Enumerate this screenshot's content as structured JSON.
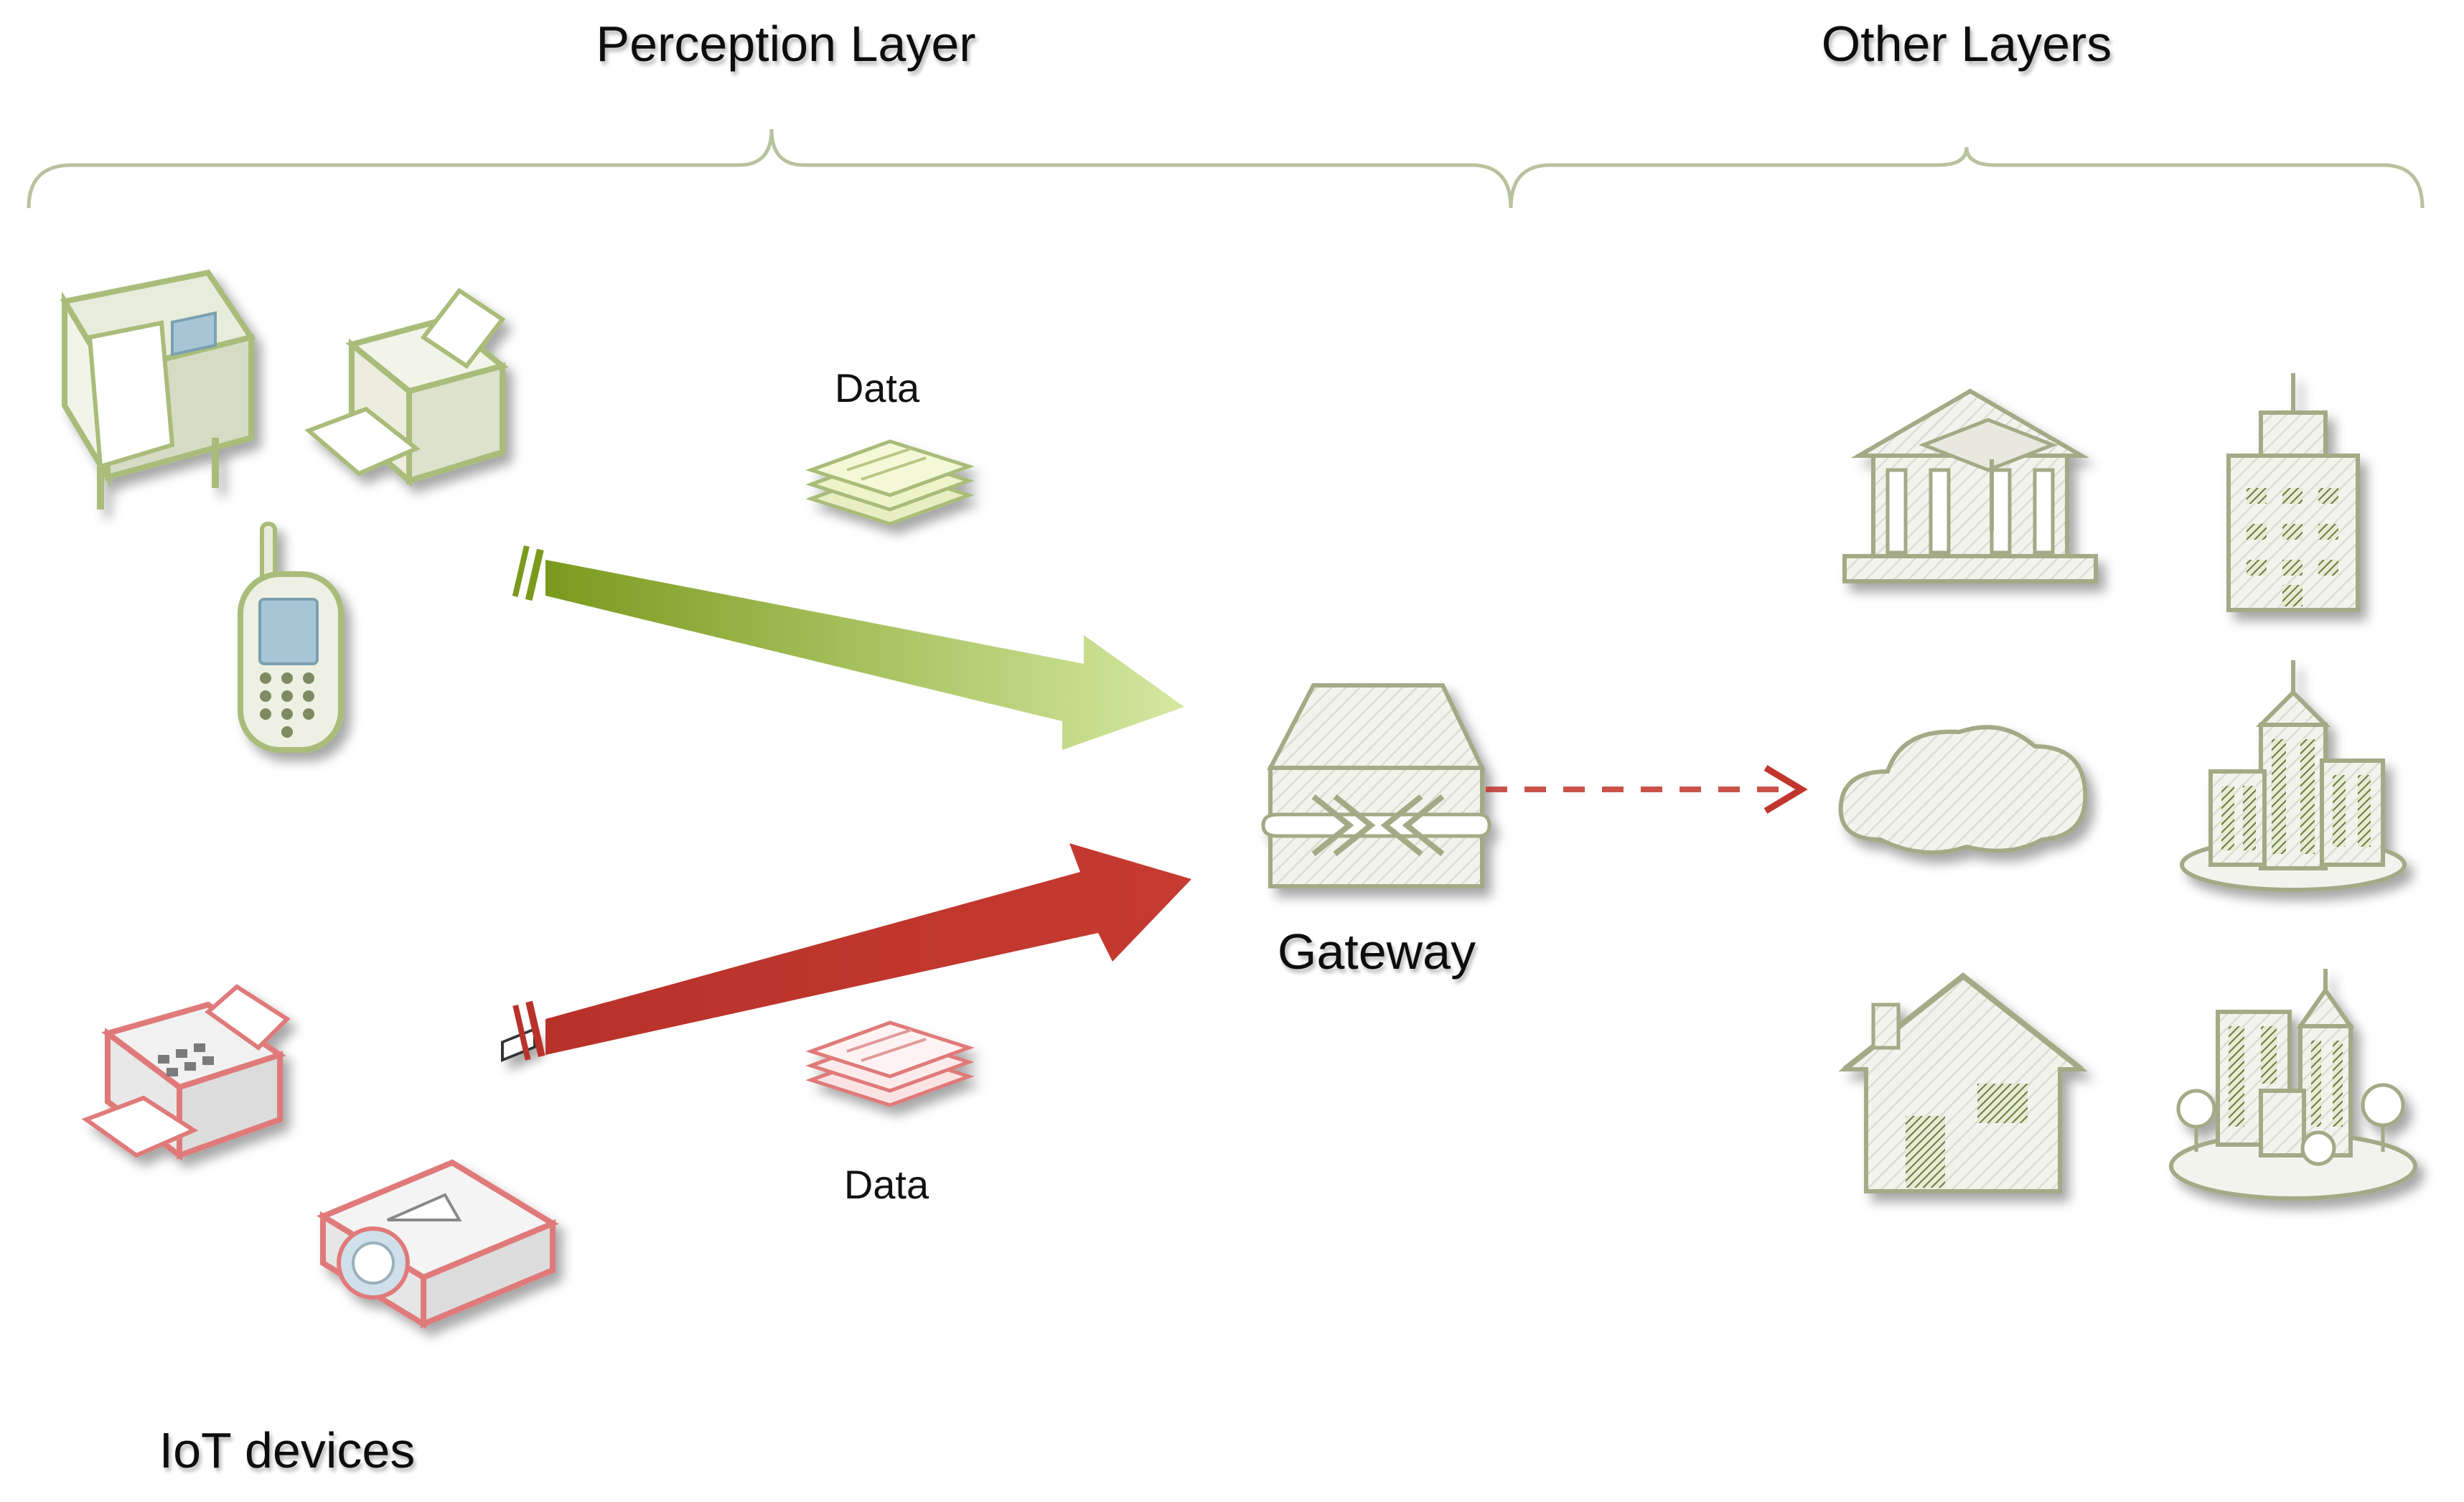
{
  "layers": {
    "perception": "Perception Layer",
    "other": "Other Layers"
  },
  "labels": {
    "data_top": "Data",
    "data_bottom": "Data",
    "gateway": "Gateway",
    "iot_devices": "IoT devices"
  },
  "colors": {
    "green_accent": "#8aa832",
    "green_light": "#c6e08a",
    "red_accent": "#c0362c",
    "red_dashed": "#c0362c",
    "outline_green": "#a9bc7a",
    "outline_red": "#e07a7a",
    "olive_icon": "#8c9470"
  },
  "icons": {
    "devices": [
      "plotter-icon",
      "printer-icon",
      "mobile-phone-icon",
      "fax-machine-icon",
      "projector-icon"
    ],
    "data": [
      "data-documents-green-icon",
      "data-documents-red-icon"
    ],
    "gateway": "gateway-icon",
    "destinations": [
      "university-icon",
      "office-tower-icon",
      "cloud-icon",
      "city-buildings-icon",
      "house-icon",
      "town-icon"
    ]
  }
}
